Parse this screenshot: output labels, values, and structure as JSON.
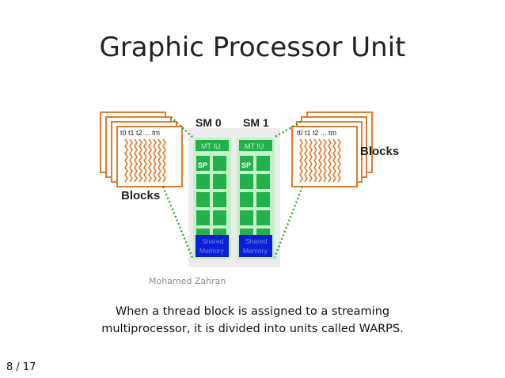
{
  "slide": {
    "title": "Graphic Processor Unit",
    "author": "Mohamed Zahran",
    "caption_line1": "When a thread block is assigned to a streaming",
    "caption_line2": "multiprocessor, it is divided into units called WARPS.",
    "page_number": "8 / 17"
  },
  "diagram": {
    "left_blocks": {
      "thread_label": "t0 t1 t2 ... tm",
      "label": "Blocks"
    },
    "right_blocks": {
      "thread_label": "t0 t1 t2 ... tm",
      "label": "Blocks"
    },
    "sm0": {
      "label": "SM 0",
      "unit_label": "MT IU",
      "sp_label": "SP",
      "memory_label_line1": "Shared",
      "memory_label_line2": "Memory"
    },
    "sm1": {
      "label": "SM 1",
      "unit_label": "MT IU",
      "sp_label": "SP",
      "memory_label_line1": "Shared",
      "memory_label_line2": "Memory"
    },
    "colors": {
      "block_border": "#e07b2f",
      "thread_wave": "#e07b2f",
      "sm_fill": "#22b14c",
      "sm_panel": "#c8f0c8",
      "memory_fill": "#0a1fd6",
      "dotted_line": "#2fa836",
      "label_dark": "#222222"
    }
  }
}
